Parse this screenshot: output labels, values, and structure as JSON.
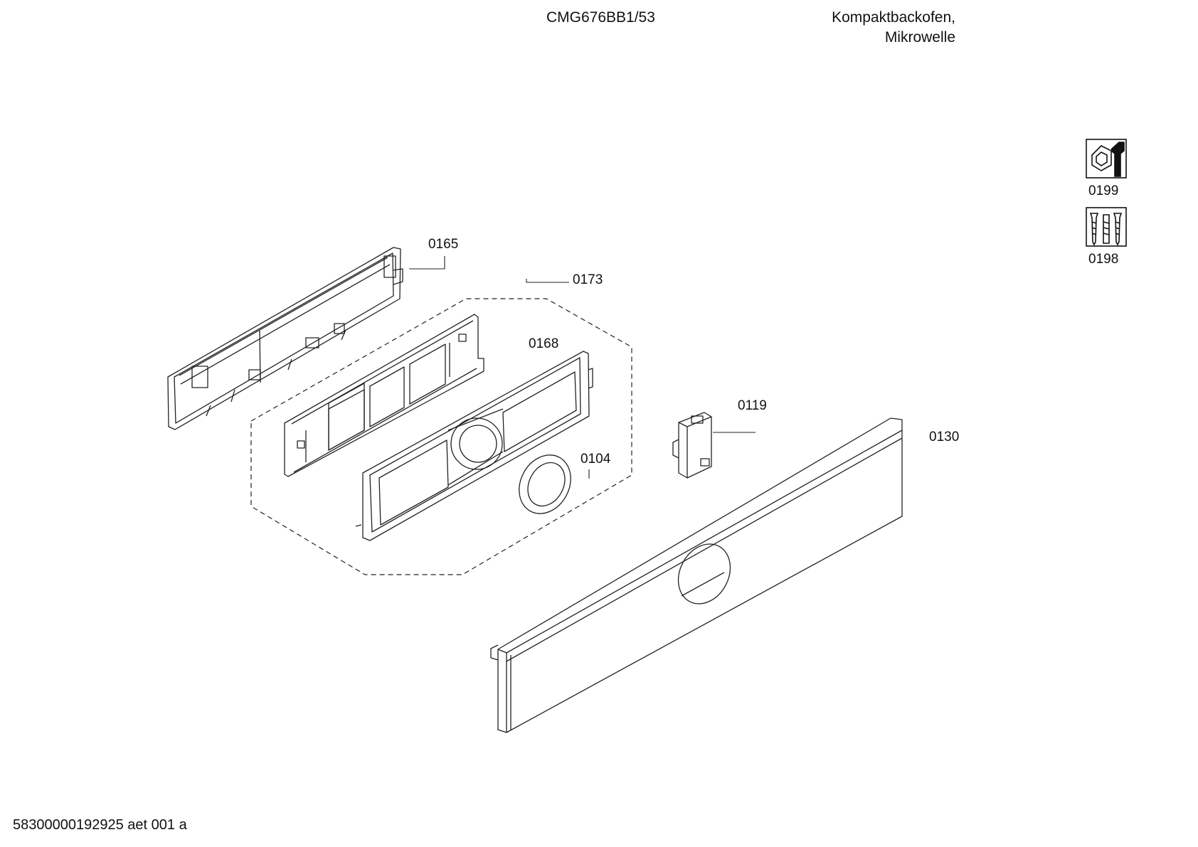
{
  "header": {
    "model": "CMG676BB1/53",
    "description_line1": "Kompaktbackofen,",
    "description_line2": "Mikrowelle"
  },
  "footer": {
    "document_id": "58300000192925 aet 001 a"
  },
  "parts": {
    "p0165": "0165",
    "p0173": "0173",
    "p0168": "0168",
    "p0104": "0104",
    "p0119": "0119",
    "p0130": "0130",
    "p0199": "0199",
    "p0198": "0198"
  },
  "icons": {
    "p0199": "hardware-bag-wrench-icon",
    "p0198": "screws-fasteners-icon"
  }
}
